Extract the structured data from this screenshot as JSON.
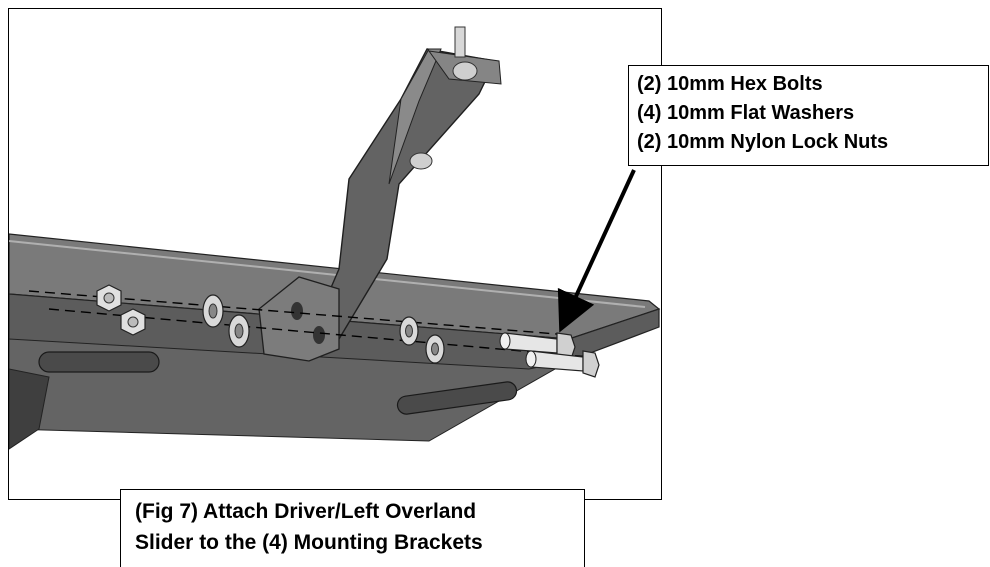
{
  "callout": {
    "lines": [
      "(2) 10mm Hex Bolts",
      "(4) 10mm Flat Washers",
      "(2) 10mm Nylon Lock Nuts"
    ]
  },
  "caption": {
    "lines": [
      "(Fig 7) Attach Driver/Left Overland",
      "Slider to the (4) Mounting Brackets"
    ]
  },
  "colors": {
    "metal_dark": "#595959",
    "metal_mid": "#6e6e6e",
    "metal_light": "#8a8a8a",
    "hardware": "#d9d9d9"
  }
}
